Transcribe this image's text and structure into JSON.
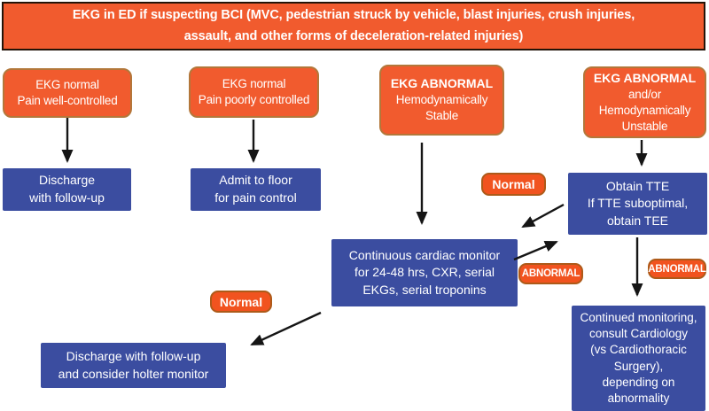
{
  "header": {
    "lines": [
      "EKG in ED if suspecting BCI (MVC, pedestrian struck by vehicle, blast injuries, crush injuries,",
      "assault, and other forms of deceleration-related injuries)"
    ]
  },
  "colors": {
    "orange_fill": "#f15b2e",
    "orange_box_border": "#b3773a",
    "badge_fill": "#f1531f",
    "badge_border": "#ad5a19",
    "blue_fill": "#3b4da0",
    "text": "#ffffff",
    "arrow": "#151515",
    "background": "#ffffff"
  },
  "nodes": {
    "ekg_normal_well": {
      "lines": [
        "EKG normal",
        "Pain well-controlled"
      ]
    },
    "ekg_normal_poor": {
      "lines": [
        "EKG normal",
        "Pain poorly controlled"
      ]
    },
    "ekg_abnormal_stable": {
      "heading": "EKG ABNORMAL",
      "lines": [
        "Hemodynamically",
        "Stable"
      ]
    },
    "ekg_abnormal_unstable": {
      "heading": "EKG ABNORMAL",
      "lines": [
        "and/or",
        "Hemodynamically",
        "Unstable"
      ]
    },
    "discharge_followup": {
      "lines": [
        "Discharge",
        "with follow-up"
      ]
    },
    "admit_floor": {
      "lines": [
        "Admit to floor",
        "for pain control"
      ]
    },
    "obtain_tte": {
      "lines": [
        "Obtain TTE",
        "If TTE suboptimal,",
        "obtain TEE"
      ]
    },
    "cardiac_monitor": {
      "lines": [
        "Continuous cardiac monitor",
        "for 24-48 hrs, CXR, serial",
        "EKGs, serial troponins"
      ]
    },
    "discharge_holter": {
      "lines": [
        "Discharge with follow-up",
        "and consider holter monitor"
      ]
    },
    "continued_monitoring": {
      "lines": [
        "Continued monitoring,",
        "consult Cardiology",
        "(vs Cardiothoracic",
        "Surgery),",
        "depending on",
        "abnormality"
      ]
    }
  },
  "edge_labels": {
    "normal_tte_to_monitor": "Normal",
    "abnormal_monitor_to_tte": "ABNORMAL",
    "abnormal_tte_to_continued": "ABNORMAL",
    "normal_monitor_to_discharge": "Normal"
  }
}
